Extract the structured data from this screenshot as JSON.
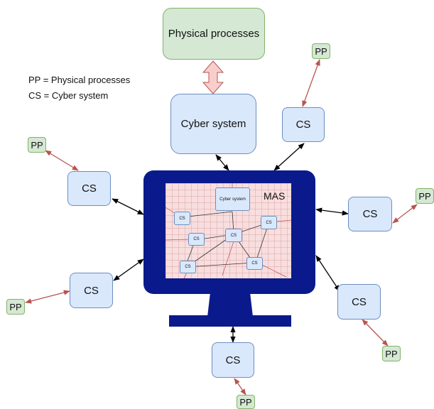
{
  "legend": {
    "line1": "PP = Physical processes",
    "line2": "CS = Cyber system"
  },
  "top": {
    "physical_processes": "Physical processes",
    "cyber_system": "Cyber system"
  },
  "cs_label": "CS",
  "pp_label": "PP",
  "monitor": {
    "mas_label": "MAS",
    "mini_cyber_system": "Cyber system",
    "mini_cs_label": "CS"
  },
  "colors": {
    "cs_fill": "#dae8fc",
    "cs_border": "#6c8ebf",
    "pp_fill": "#d5e8d4",
    "pp_border": "#82b366",
    "monitor": "#0a1a8c",
    "pp_arrow": "#b85450",
    "cs_arrow": "#000000",
    "big_arrow_fill": "#f8cecc"
  }
}
